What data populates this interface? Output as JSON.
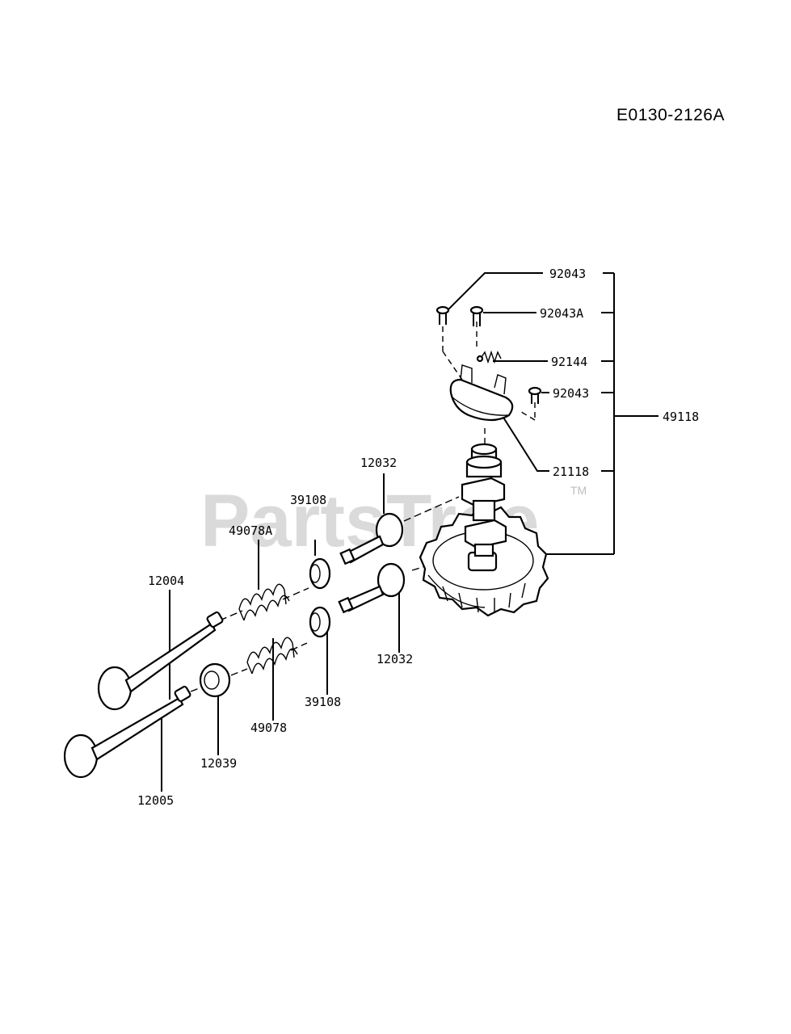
{
  "diagram_code": "E0130-2126A",
  "watermark": {
    "brand": "PartsTree",
    "tm": "TM"
  },
  "labels": {
    "p92043_top": "92043",
    "p92043A": "92043A",
    "p92144": "92144",
    "p92043_mid": "92043",
    "p49118": "49118",
    "p21118": "21118",
    "p12032_top": "12032",
    "p39108_top": "39108",
    "p49078A": "49078A",
    "p12004": "12004",
    "p12032_bottom": "12032",
    "p39108_bottom": "39108",
    "p49078": "49078",
    "p12039": "12039",
    "p12005": "12005"
  }
}
